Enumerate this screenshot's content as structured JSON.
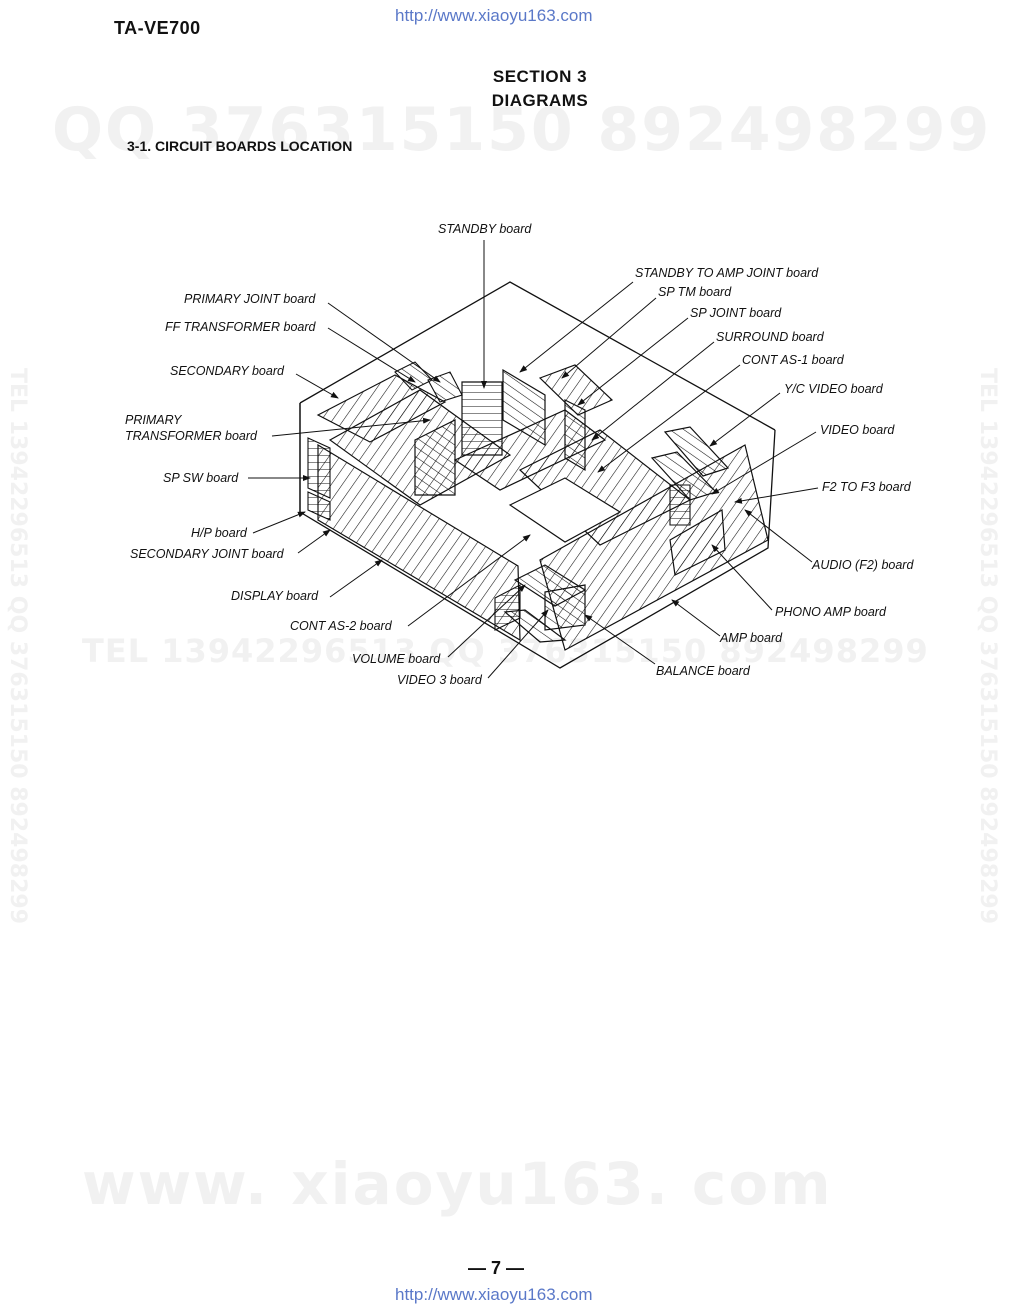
{
  "header": {
    "model": "TA-VE700",
    "url_top": "http://www.xiaoyu163.com",
    "url_bottom": "http://www.xiaoyu163.com"
  },
  "section": {
    "title": "SECTION 3",
    "subtitle": "DIAGRAMS",
    "heading": "3-1. CIRCUIT BOARDS LOCATION"
  },
  "watermarks": {
    "qq_top": "QQ 376315150  892498299",
    "tel_mid": "TEL 13942296513  QQ 376315150 892498299",
    "side_left": "TEL 13942296513 QQ 376315150 892498299",
    "side_right": "TEL 13942296513 QQ 376315150 892498299",
    "www": "www. xiaoyu163. com"
  },
  "labels": {
    "standby": "STANDBY board",
    "standby_amp_joint": "STANDBY TO AMP JOINT board",
    "sp_tm": "SP TM board",
    "sp_joint": "SP JOINT board",
    "surround": "SURROUND  board",
    "cont_as1": "CONT AS-1  board",
    "yc_video": "Y/C VIDEO board",
    "video": "VIDEO board",
    "f2_f3": "F2 TO F3 board",
    "audio_f2": "AUDIO (F2) board",
    "phono_amp": "PHONO AMP board",
    "amp": "AMP board",
    "balance": "BALANCE board",
    "primary_joint": "PRIMARY JOINT board",
    "ff_transformer": "FF TRANSFORMER board",
    "secondary": "SECONDARY board",
    "primary_line1": "PRIMARY",
    "primary_line2": "TRANSFORMER board",
    "sp_sw": "SP SW board",
    "hp": "H/P board",
    "secondary_joint": "SECONDARY JOINT board",
    "display": "DISPLAY board",
    "cont_as2": "CONT AS-2  board",
    "volume": "VOLUME board",
    "video3": "VIDEO 3 board"
  },
  "footer": {
    "page_number": "— 7 —"
  }
}
